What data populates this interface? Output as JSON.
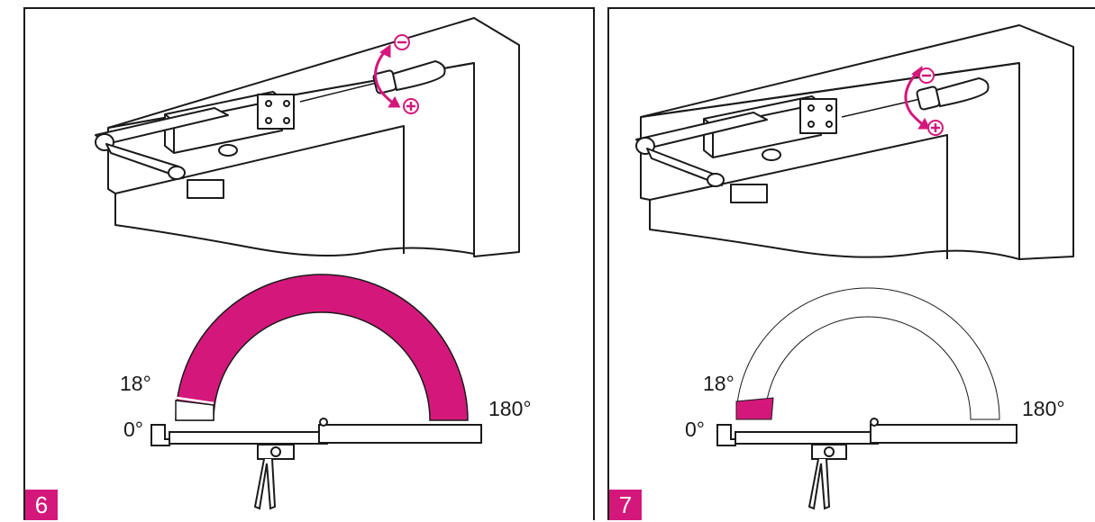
{
  "colors": {
    "accent": "#d4187b",
    "line": "#1a1a1a"
  },
  "panels": [
    {
      "step": "6",
      "angle_min": "0°",
      "angle_close": "18°",
      "angle_max": "180°",
      "arc_fill": "full"
    },
    {
      "step": "7",
      "angle_min": "0°",
      "angle_close": "18°",
      "angle_max": "180°",
      "arc_fill": "0°–18° segment only"
    }
  ],
  "icons": [
    "minus-icon",
    "plus-icon",
    "screwdriver-icon",
    "rotate-arrow-icon"
  ]
}
